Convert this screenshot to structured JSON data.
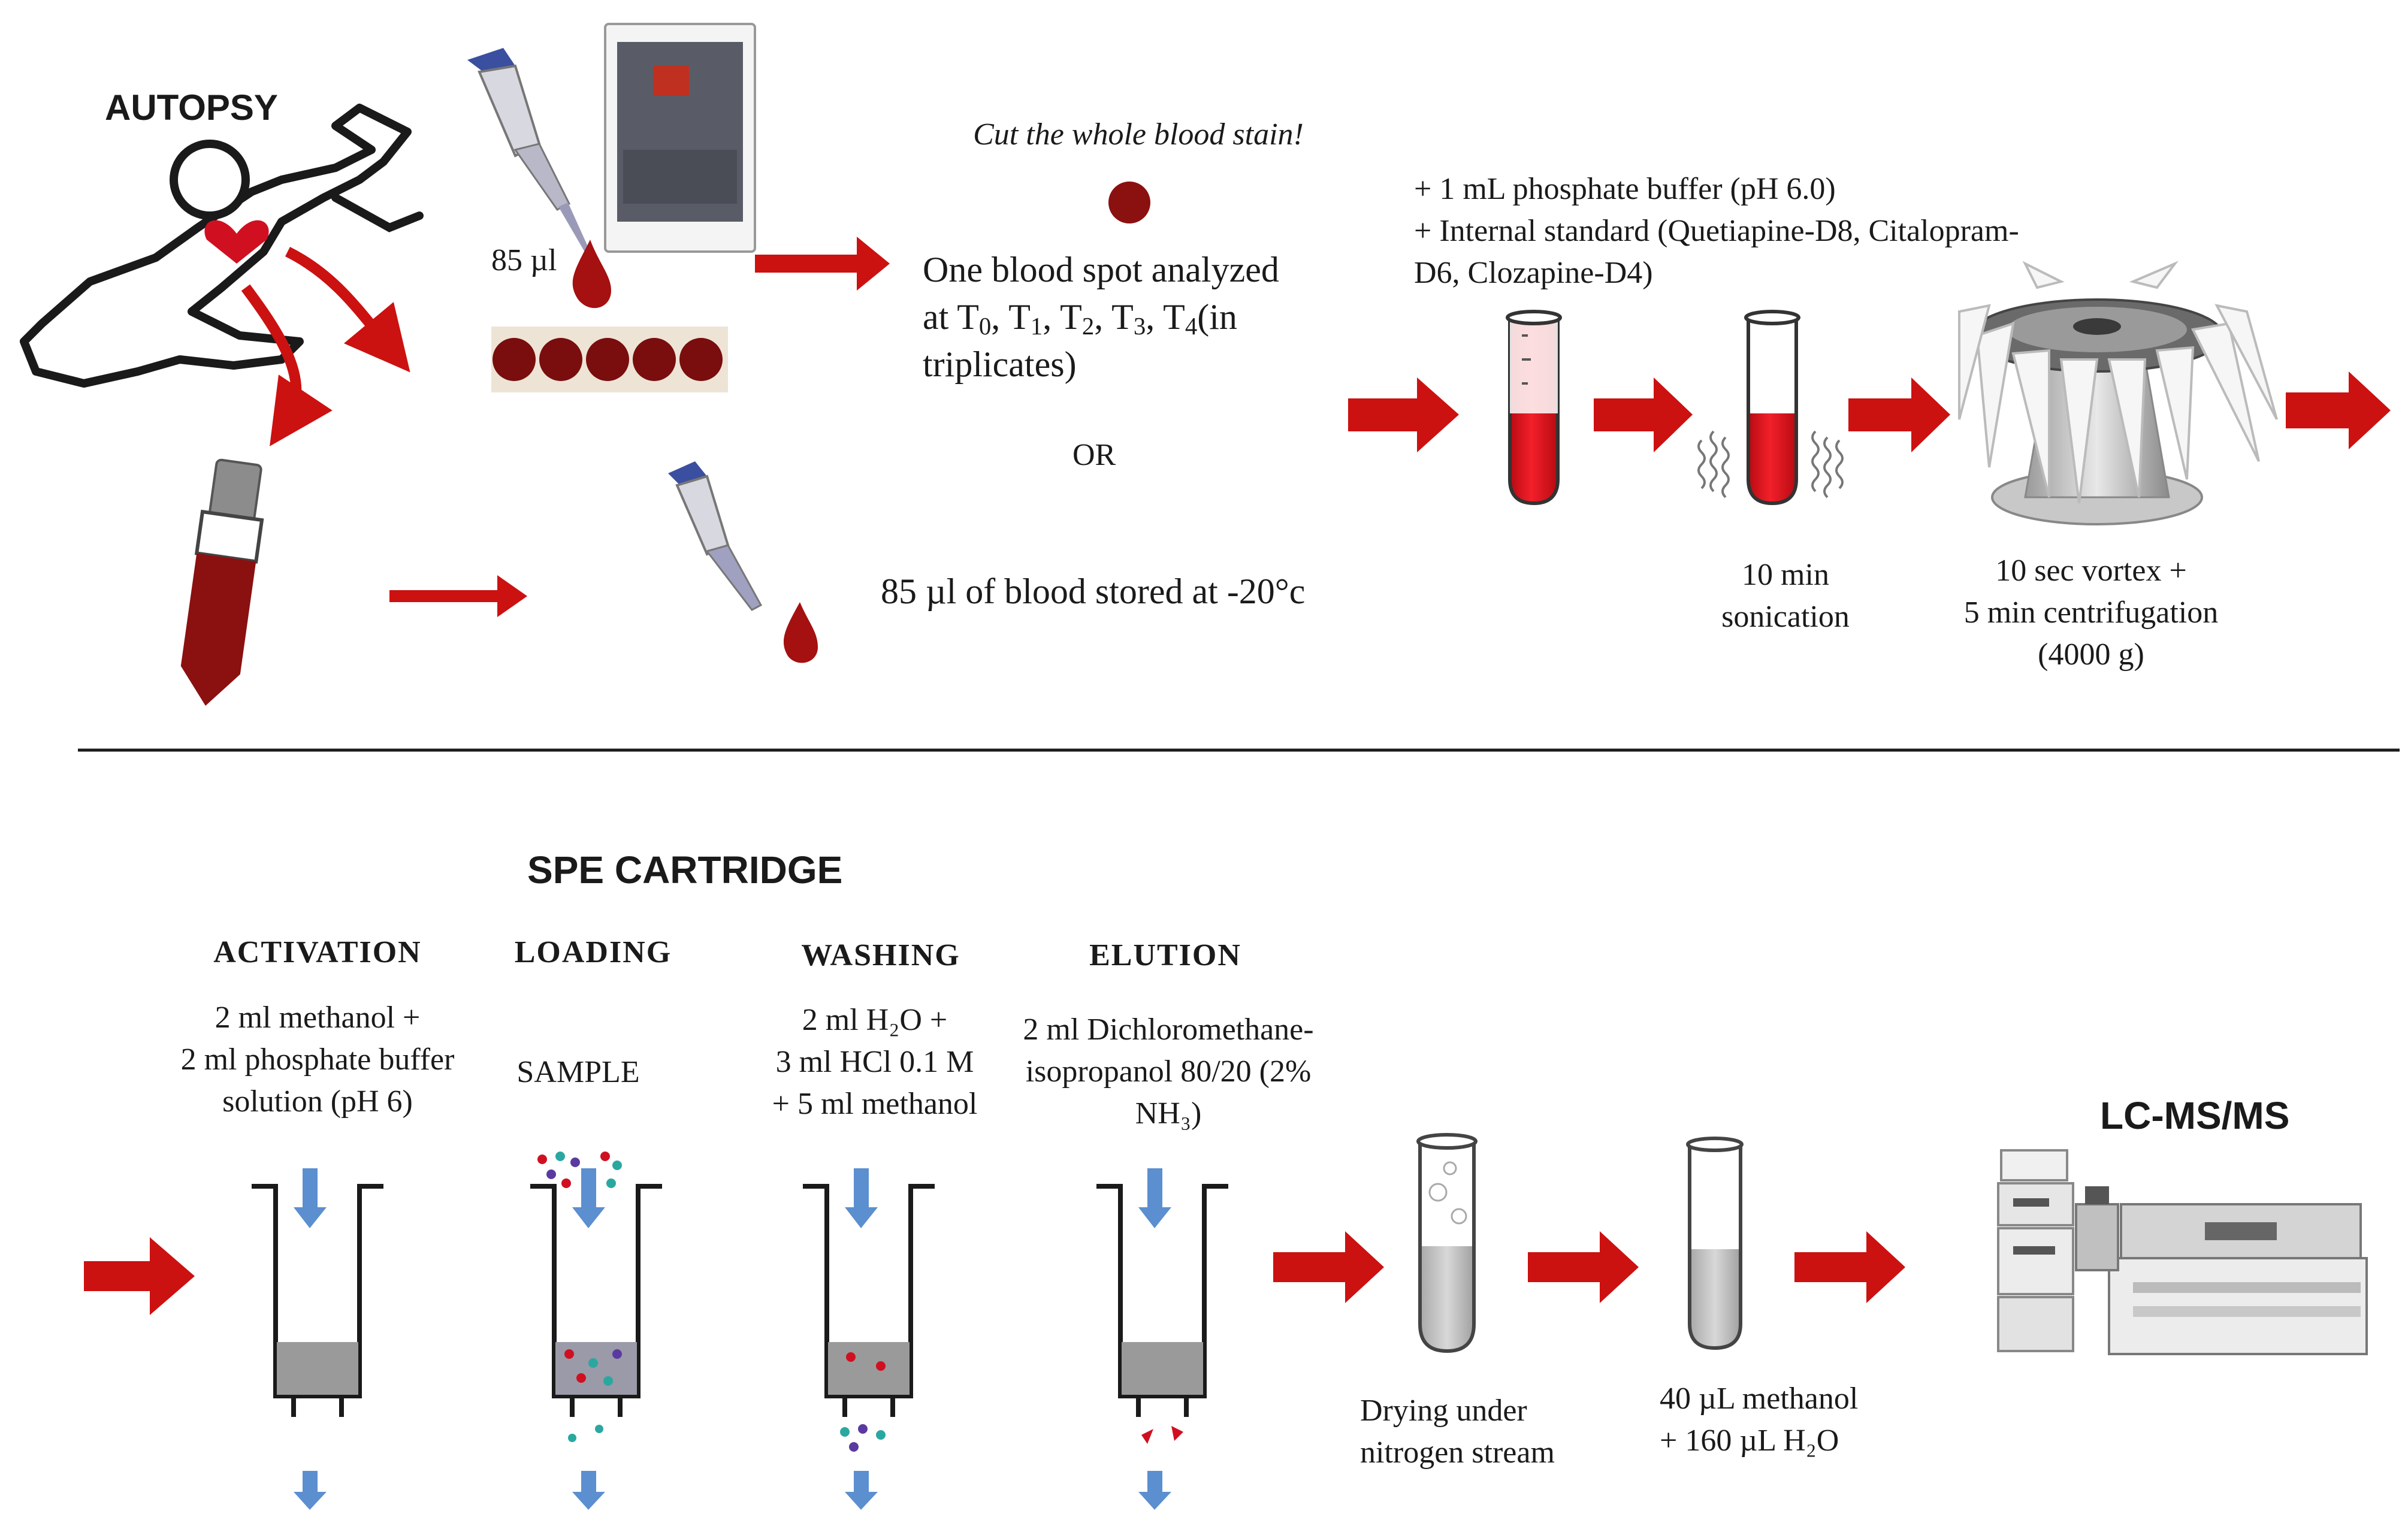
{
  "colors": {
    "arrow_red": "#cc1111",
    "blood_dark": "#8b1010",
    "tube_red": "#e0141e",
    "flow_blue": "#5b8fcf",
    "text": "#1a1a1a"
  },
  "icons": [
    "crime-scene-body-outline-icon",
    "heart-icon",
    "pipette-icon",
    "dbs-card-icon",
    "blood-drop-icon",
    "blood-tube-icon",
    "test-tube-icon",
    "sonication-waves-icon",
    "centrifuge-icon",
    "spe-cartridge-icon",
    "flow-arrow-icon",
    "lc-ms-instrument-icon"
  ],
  "top": {
    "autopsy_label": "AUTOPSY",
    "pipette_volume": "85 µl",
    "cut_note": "Cut the whole blood stain!",
    "blood_spot": {
      "line1": "One blood spot analyzed",
      "line2_pre": "at T",
      "line2_subs": [
        "0",
        "1",
        "2",
        "3",
        "4"
      ],
      "line2_post": "(in",
      "line3": "triplicates)"
    },
    "or_label": "OR",
    "stored_label": "85 µl of blood stored at -20°c",
    "buffer": {
      "line1": "+ 1 mL phosphate buffer (pH 6.0)",
      "line2": "+ Internal standard  (Quetiapine-D8, Citalopram-",
      "line3": "D6, Clozapine-D4)"
    },
    "sonication": {
      "line1": "10 min",
      "line2": "sonication"
    },
    "centrifugation": {
      "line1": "10 sec vortex +",
      "line2": "5 min centrifugation",
      "line3": "(4000 g)"
    }
  },
  "bottom": {
    "spe_title": "SPE CARTRIDGE",
    "steps": [
      {
        "title": "ACTIVATION",
        "lines": [
          "2 ml methanol +",
          "2 ml phosphate buffer",
          "solution (pH 6)"
        ]
      },
      {
        "title": "LOADING",
        "lines": [
          "SAMPLE"
        ]
      },
      {
        "title": "WASHING",
        "lines": [
          "2 ml H₂O +",
          "3 ml HCl 0.1 M",
          "+ 5 ml methanol"
        ]
      },
      {
        "title": "ELUTION",
        "lines": [
          "2 ml Dichloromethane-",
          "isopropanol 80/20 (2%",
          "NH₃)"
        ]
      }
    ],
    "drying": {
      "line1": "Drying under",
      "line2": "nitrogen stream"
    },
    "reconstitution": {
      "line1": "40 µL methanol",
      "line2": "+ 160 µL H₂O"
    },
    "instrument_label": "LC-MS/MS"
  }
}
